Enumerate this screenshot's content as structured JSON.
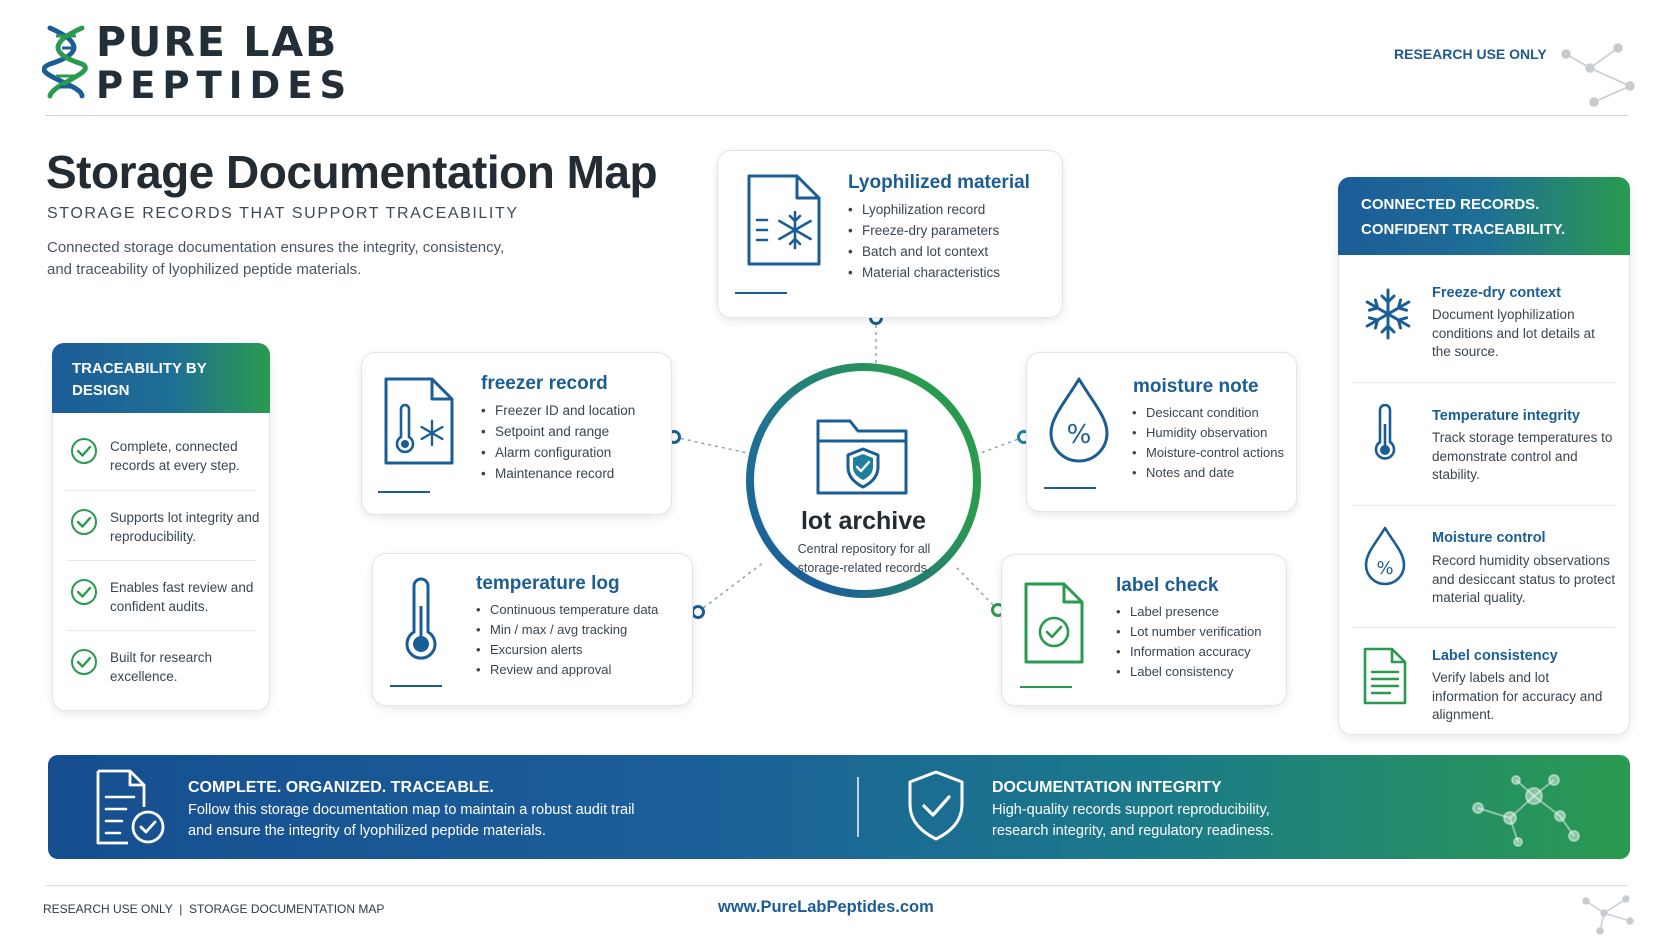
{
  "brand": {
    "line1": "PURE LAB",
    "line2": "PEPTIDES"
  },
  "header": {
    "research_use_only": "RESEARCH USE ONLY"
  },
  "title": "Storage Documentation Map",
  "subtitle": "STORAGE RECORDS THAT SUPPORT TRACEABILITY",
  "intro": "Connected storage documentation ensures the integrity, consistency, and traceability of lyophilized peptide materials.",
  "colors": {
    "blue": "#1c5c99",
    "green": "#2a9a4f",
    "text_dark": "#232b33"
  },
  "left_panel": {
    "heading": "TRACEABILITY BY DESIGN",
    "items": [
      {
        "icon": "check-circle-icon",
        "text": "Complete, connected records at every step."
      },
      {
        "icon": "check-circle-icon",
        "text": "Supports lot integrity and reproducibility."
      },
      {
        "icon": "check-circle-icon",
        "text": "Enables fast review and confident audits."
      },
      {
        "icon": "check-circle-icon",
        "text": "Built for research excellence."
      }
    ]
  },
  "cards": {
    "lyophilized": {
      "title": "Lyophilized material",
      "icon": "document-snowflake-icon",
      "items": [
        "Lyophilization record",
        "Freeze-dry parameters",
        "Batch and lot context",
        "Material characteristics"
      ]
    },
    "freezer": {
      "title": "freezer record",
      "icon": "document-thermometer-icon",
      "items": [
        "Freezer ID and location",
        "Setpoint and range",
        "Alarm configuration",
        "Maintenance record"
      ]
    },
    "moisture": {
      "title": "moisture note",
      "icon": "droplet-percent-icon",
      "items": [
        "Desiccant condition",
        "Humidity observation",
        "Moisture-control actions",
        "Notes and date"
      ]
    },
    "temperature": {
      "title": "temperature log",
      "icon": "thermometer-icon",
      "items": [
        "Continuous temperature data",
        "Min / max / avg tracking",
        "Excursion alerts",
        "Review and approval"
      ]
    },
    "label": {
      "title": "label check",
      "icon": "document-check-icon",
      "items": [
        "Label presence",
        "Lot number verification",
        "Information accuracy",
        "Label consistency"
      ]
    }
  },
  "hub": {
    "title": "lot archive",
    "text": "Central repository for all storage-related records.",
    "icon": "folder-shield-icon"
  },
  "right_panel": {
    "heading": "CONNECTED RECORDS. CONFIDENT TRACEABILITY.",
    "items": [
      {
        "icon": "snowflake-icon",
        "title": "Freeze-dry context",
        "text": "Document lyophilization conditions and lot details at the source."
      },
      {
        "icon": "thermometer-icon",
        "title": "Temperature integrity",
        "text": "Track storage temperatures to demonstrate control and stability."
      },
      {
        "icon": "droplet-percent-icon",
        "title": "Moisture control",
        "text": "Record humidity observations and desiccant status to protect material quality."
      },
      {
        "icon": "document-lines-icon",
        "title": "Label consistency",
        "text": "Verify labels and lot information for accuracy and alignment."
      }
    ]
  },
  "banner": {
    "left_title": "COMPLETE. ORGANIZED. TRACEABLE.",
    "left_text": "Follow this storage documentation map to maintain a robust audit trail and ensure the integrity of lyophilized peptide materials.",
    "right_title": "DOCUMENTATION INTEGRITY",
    "right_text": "High-quality records support reproducibility, research integrity, and regulatory readiness."
  },
  "footer": {
    "left": "RESEARCH USE ONLY  |  STORAGE DOCUMENTATION MAP",
    "url": "www.PureLabPeptides.com"
  }
}
